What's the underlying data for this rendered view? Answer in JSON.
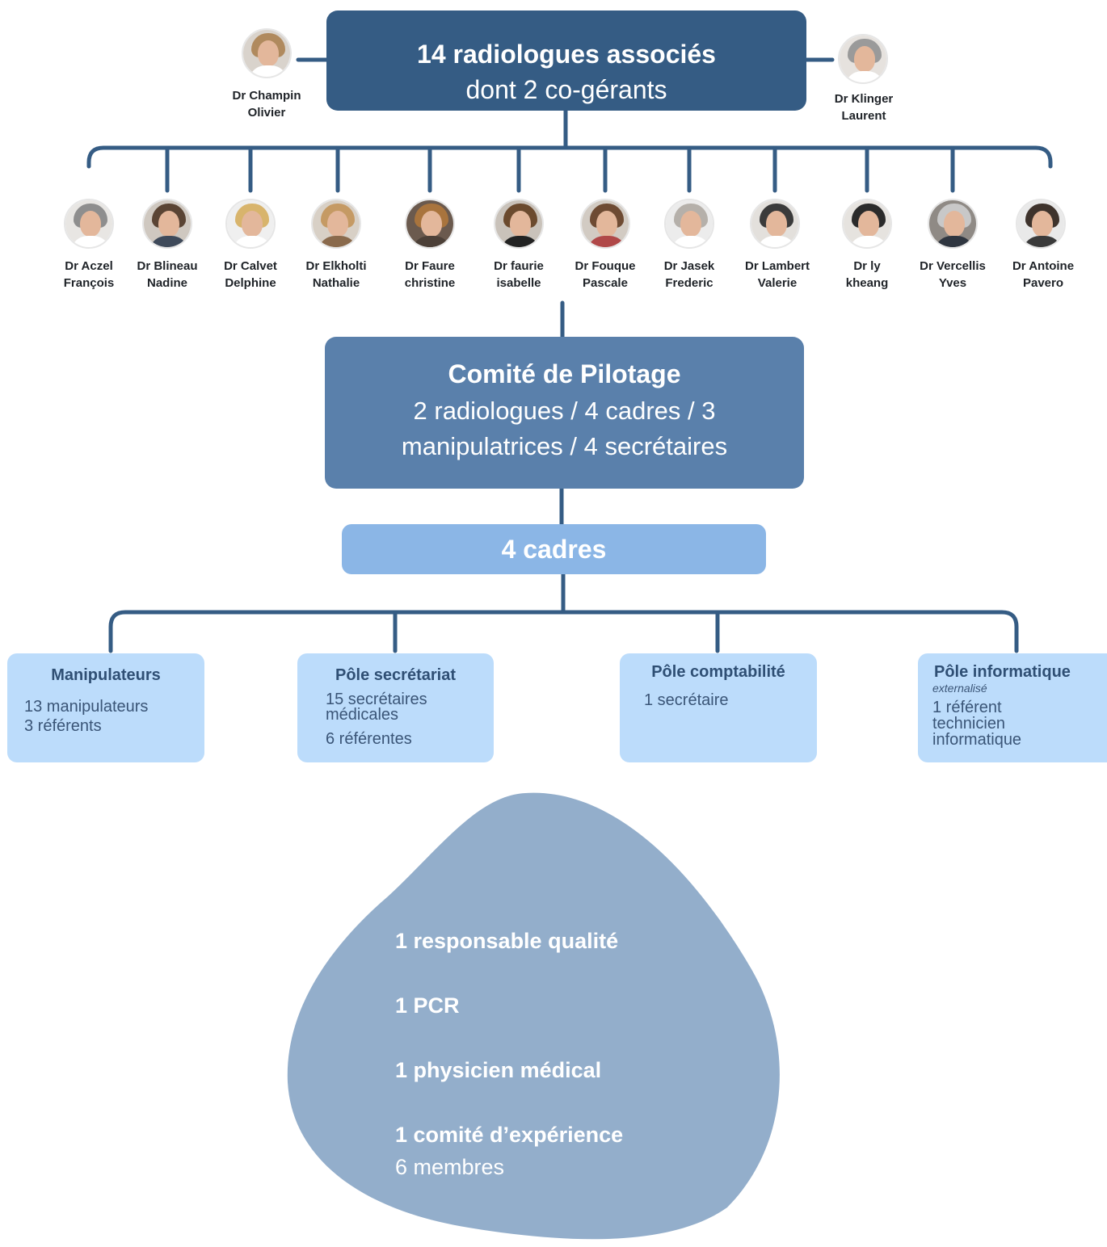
{
  "top": {
    "title": "14 radiologues associés",
    "subtitle": "dont 2 co-gérants"
  },
  "co_gerants": [
    {
      "first": "Dr Champin",
      "last": "Olivier"
    },
    {
      "first": "Dr Klinger",
      "last": "Laurent"
    }
  ],
  "radiologues": [
    {
      "first": "Dr Aczel",
      "last": "François"
    },
    {
      "first": "Dr Blineau",
      "last": "Nadine"
    },
    {
      "first": "Dr Calvet",
      "last": "Delphine"
    },
    {
      "first": "Dr Elkholti",
      "last": "Nathalie"
    },
    {
      "first": "Dr Faure",
      "last": "christine"
    },
    {
      "first": "Dr faurie",
      "last": "isabelle"
    },
    {
      "first": "Dr Fouque",
      "last": "Pascale"
    },
    {
      "first": "Dr Jasek",
      "last": "Frederic"
    },
    {
      "first": "Dr Lambert",
      "last": "Valerie"
    },
    {
      "first": "Dr ly",
      "last": "kheang"
    },
    {
      "first": "Dr Vercellis",
      "last": "Yves"
    },
    {
      "first": "Dr Antoine",
      "last": "Pavero"
    }
  ],
  "copil": {
    "title": "Comité de Pilotage",
    "line1": "2 radiologues / 4 cadres / 3",
    "line2": "manipulatrices / 4 secrétaires"
  },
  "cadres": {
    "title": "4 cadres"
  },
  "poles": {
    "manip": {
      "title": "Manipulateurs",
      "l1": "13 manipulateurs",
      "l2": "3 référents"
    },
    "secretariat": {
      "title": "Pôle secrétariat",
      "l1": "15 secrétaires",
      "l2": "médicales",
      "l3": "6 référentes"
    },
    "compta": {
      "title": "Pôle comptabilité",
      "l1": "1 secrétaire"
    },
    "info": {
      "title": "Pôle informatique",
      "sub": "externalisé",
      "l1": "1 référent",
      "l2": "technicien",
      "l3": "informatique"
    }
  },
  "blob": {
    "item1": "1 responsable qualité",
    "item2": "1 PCR",
    "item3": "1 physicien médical",
    "item4": "1 comité d’expérience",
    "item4_sub": "6 membres"
  },
  "colors": {
    "line": "#355c84",
    "top_box": "#355c84",
    "copil_box": "#5a80ab",
    "cadres_box": "#8bb6e6",
    "pole_box": "#bcdcfb",
    "blob": "#93aecb"
  }
}
